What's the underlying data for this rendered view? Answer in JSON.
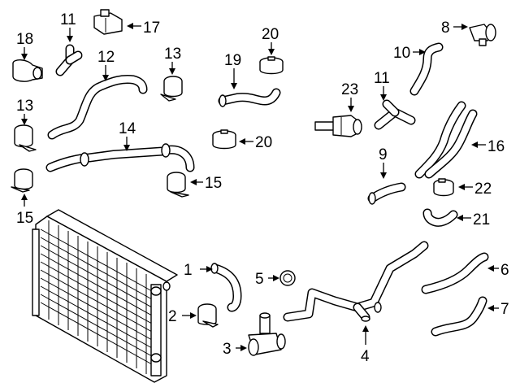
{
  "callouts": {
    "c1": "1",
    "c2": "2",
    "c3": "3",
    "c4": "4",
    "c5": "5",
    "c6": "6",
    "c7": "7",
    "c8": "8",
    "c9": "9",
    "c10": "10",
    "c11a": "11",
    "c11b": "11",
    "c12": "12",
    "c13a": "13",
    "c13b": "13",
    "c14": "14",
    "c15a": "15",
    "c15b": "15",
    "c16": "16",
    "c17": "17",
    "c18": "18",
    "c19": "19",
    "c20a": "20",
    "c20b": "20",
    "c21": "21",
    "c22": "22",
    "c23": "23"
  }
}
